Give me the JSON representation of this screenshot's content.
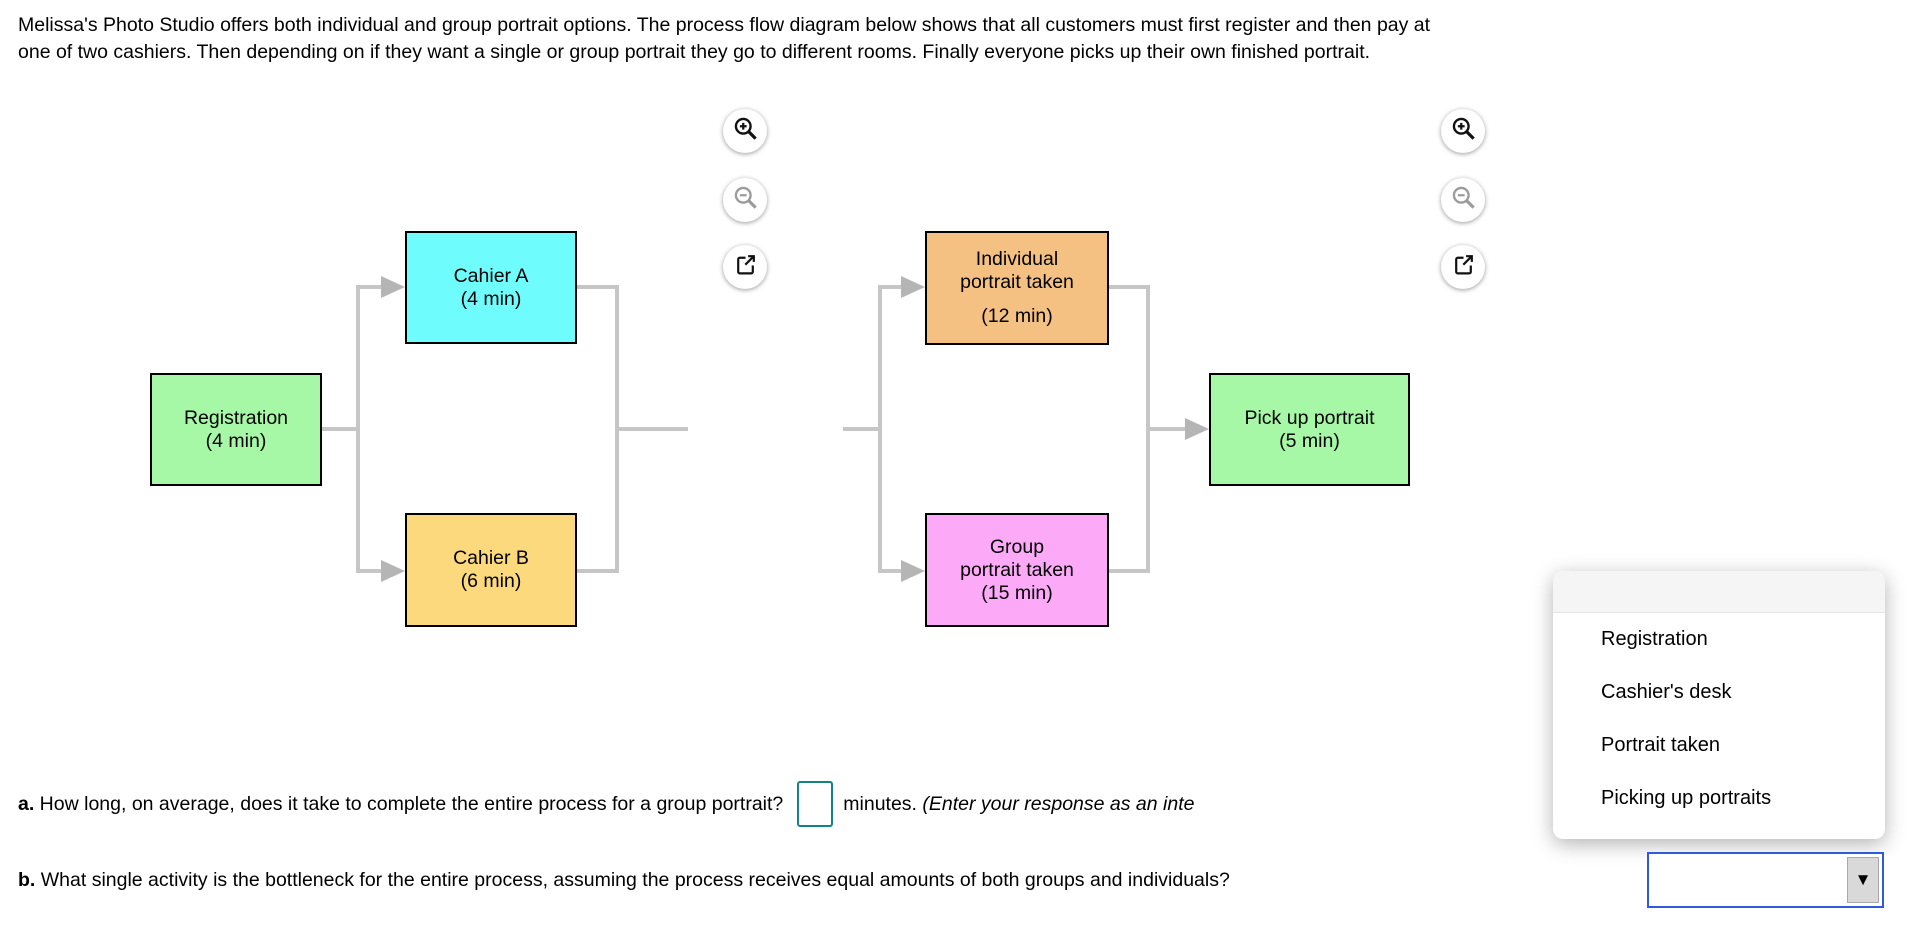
{
  "intro": {
    "line1": "Melissa's Photo Studio offers both individual and group portrait options. The process flow diagram below shows that all customers must first register and then pay at",
    "line2": "one of two cashiers. Then depending on if they want a single or group portrait they go to different rooms. Finally everyone picks up their own finished portrait."
  },
  "flow": {
    "boxes": [
      {
        "id": "registration",
        "lines": [
          "Registration",
          "(4 min)"
        ]
      },
      {
        "id": "cashier-a",
        "lines": [
          "Cahier A",
          "(4 min)"
        ]
      },
      {
        "id": "cashier-b",
        "lines": [
          "Cahier B",
          "(6 min)"
        ]
      },
      {
        "id": "individual-portrait",
        "lines": [
          "Individual",
          "portrait taken",
          "(12 min)"
        ]
      },
      {
        "id": "group-portrait",
        "lines": [
          "Group",
          "portrait taken",
          "(15 min)"
        ]
      },
      {
        "id": "pick-up-portrait",
        "lines": [
          "Pick up portrait",
          "(5 min)"
        ]
      }
    ]
  },
  "toolbar": {
    "icons": [
      "zoom-in-icon",
      "zoom-out-icon",
      "external-link-icon"
    ]
  },
  "menu": {
    "blank_label": "",
    "items": [
      "Registration",
      "Cashier's desk",
      "Portrait taken",
      "Picking up portraits"
    ]
  },
  "question_a": {
    "prefix": "a.",
    "text": " How long, on average, does it take to complete the entire process for a group portrait?",
    "input_value": "",
    "suffix": "minutes. ",
    "note": "(Enter your response as an inte"
  },
  "question_b": {
    "prefix": "b.",
    "text": " What single activity is the bottleneck for the entire process, assuming the process receives equal amounts of both groups and individuals?",
    "select_value": ""
  },
  "colors": {
    "box_green": "#a6f7a6",
    "box_cyan": "#6ffcfc",
    "box_yellow": "#fcd97d",
    "box_orange": "#f4c183",
    "box_pink": "#fcaaf8",
    "connector": "#c6c6c6",
    "input_border": "#15808d",
    "select_border": "#2e5bdb"
  }
}
